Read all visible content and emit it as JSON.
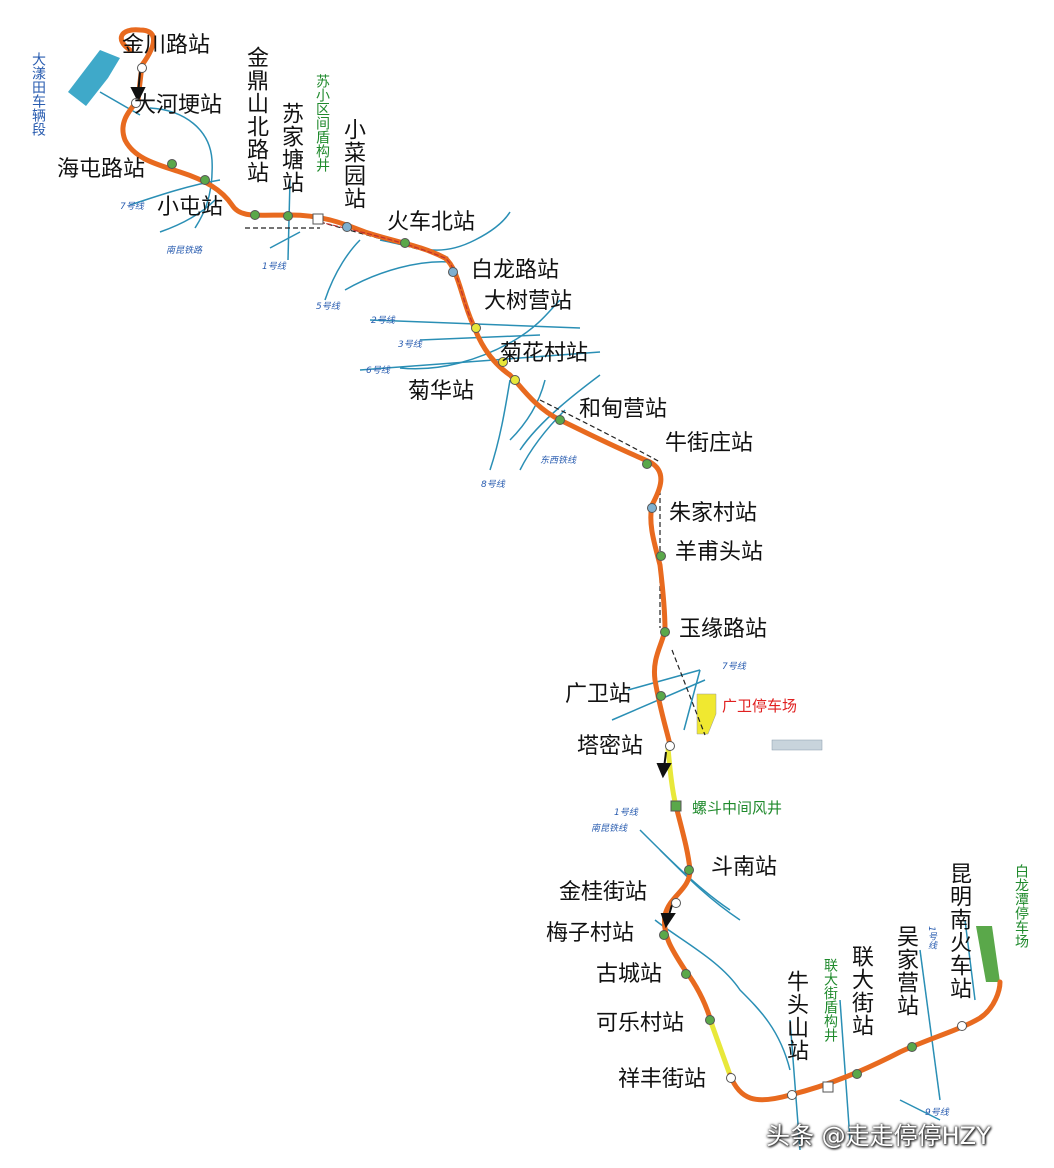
{
  "colors": {
    "route": "#e86a1f",
    "route_yellow": "#e8e83a",
    "branch": "#2a8fb5",
    "depot_blue": "#3fa9c9",
    "depot_green": "#5aa84a",
    "depot_yellow": "#f0e830",
    "green_text": "#1f8a2c"
  },
  "stations": {
    "jinchuanlu": "金川路站",
    "dahegeng": "大河埂站",
    "haitunlu": "海屯路站",
    "xiaotun": "小屯站",
    "jindingshanbeilu": "金鼎山北路站",
    "sujiatang": "苏家塘站",
    "xiaocaiyuan": "小菜园站",
    "huochebei": "火车北站",
    "bailonglu": "白龙路站",
    "dashuying": "大树营站",
    "juhuacun": "菊花村站",
    "juhua": "菊华站",
    "hedianying": "和甸营站",
    "niujiezhuang": "牛街庄站",
    "zhujiacun": "朱家村站",
    "yangputou": "羊甫头站",
    "yuyuanlu": "玉缘路站",
    "guangwei": "广卫站",
    "tami": "塔密站",
    "dounan": "斗南站",
    "jinguijie": "金桂街站",
    "meizicun": "梅子村站",
    "gucheng": "古城站",
    "kelecun": "可乐村站",
    "xiangfengjie": "祥丰街站",
    "niutoushan": "牛头山站",
    "liandajie": "联大街站",
    "wujiaying": "吴家营站",
    "kunmingnanhuoche": "昆明南火车站"
  },
  "facilities": {
    "daxiangtian_depot": "大漾田车辆段",
    "suxiaoqu_shaft": "苏小区间盾构井",
    "guangwei_parking": "广卫停车场",
    "luodou_shaft": "螺斗中间风井",
    "liandajie_shaft": "联大街盾构井",
    "bailongtan_parking": "白龙潭停车场"
  },
  "line_tags": {
    "l7_north": "7号线",
    "nanmei_north": "南昆铁路",
    "l1_north": "1号线",
    "l5": "5号线",
    "l2": "2号线",
    "l3": "3号线",
    "l6": "6号线",
    "l8": "8号线",
    "dongxi": "东西铁线",
    "l7_mid": "7号线",
    "l1_south": "1号线",
    "nanmei_south": "南昆铁线",
    "l1_east": "1号线",
    "l9": "9号线"
  },
  "watermark": "头条 @走走停停HZY"
}
